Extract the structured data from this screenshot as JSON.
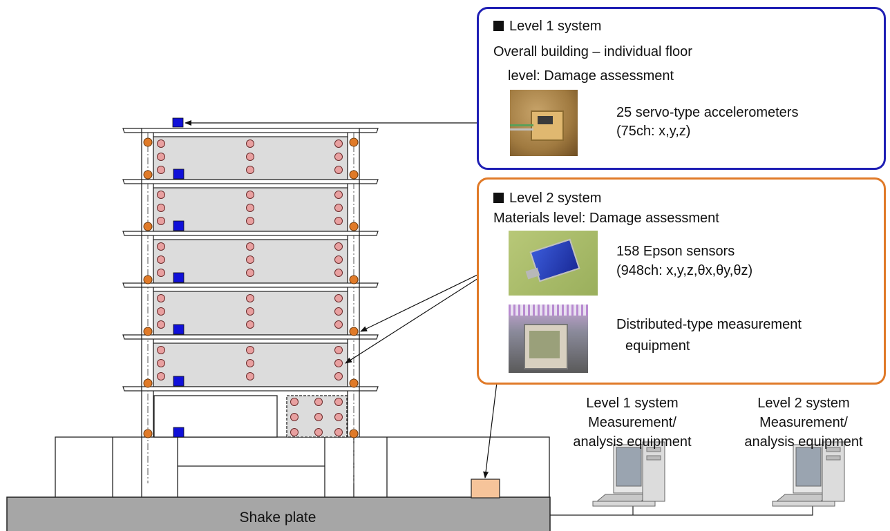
{
  "level1_box": {
    "title": "Level 1 system",
    "line1": "Overall building – individual floor",
    "line2": "level: Damage assessment",
    "sensor_line1": "25 servo-type accelerometers",
    "sensor_line2": "(75ch: x,y,z)",
    "border_color": "#1f1fb4"
  },
  "level2_box": {
    "title": "Level 2 system",
    "line1": "Materials level: Damage assessment",
    "sensor_line1": "158 Epson sensors",
    "sensor_line2": "(948ch: x,y,z,θx,θy,θz)",
    "equip_line1": "Distributed-type measurement",
    "equip_line2": "equipment",
    "border_color": "#e07a28"
  },
  "computers": [
    {
      "line1": "Level 1 system",
      "line2": "Measurement/",
      "line3": "analysis equipment"
    },
    {
      "line1": "Level 2 system",
      "line2": "Measurement/",
      "line3": "analysis equipment"
    }
  ],
  "shake_plate_label": "Shake plate",
  "colors": {
    "servo_sensor": "#1010d8",
    "epson_sensor": "#e8a0a0",
    "column_sensor": "#e07a28",
    "floor_panel": "#dcdcdc",
    "shake_plate": "#a6a6a6",
    "equipment_box": "#f6c49a"
  },
  "icons": [
    "servo-accelerometer-photo",
    "epson-sensor-photo",
    "measurement-equipment-photo",
    "computer-icon"
  ]
}
